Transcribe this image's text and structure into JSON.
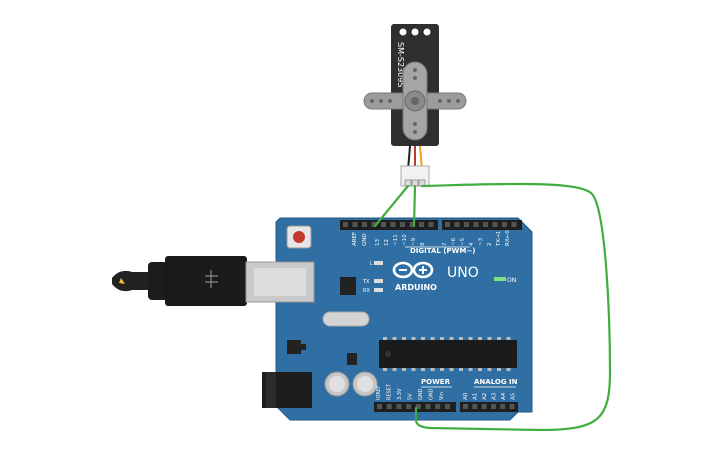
{
  "servo": {
    "model": "SM-S2309S"
  },
  "board": {
    "brand": "ARDUINO",
    "model": "UNO",
    "on_label": "ON",
    "led_labels": [
      "L",
      "TX",
      "RX"
    ],
    "digital_header_title": "DIGITAL (PWM~)",
    "digital_pins": [
      "AREF",
      "GND",
      "13",
      "12",
      "~11",
      "~10",
      "~9",
      "8",
      "7",
      "~6",
      "~5",
      "4",
      "~3",
      "2",
      "TX→1",
      "RX←0"
    ],
    "power_title": "POWER",
    "analog_title": "ANALOG IN",
    "power_pins": [
      "IOREF",
      "RESET",
      "3.3V",
      "5V",
      "GND",
      "GND",
      "Vin"
    ],
    "analog_pins": [
      "A0",
      "A1",
      "A2",
      "A3",
      "A4",
      "A5"
    ]
  },
  "colors": {
    "board": "#2b6da0",
    "wire": "#3fae3f",
    "header": "#222222",
    "servo_body": "#333333"
  }
}
